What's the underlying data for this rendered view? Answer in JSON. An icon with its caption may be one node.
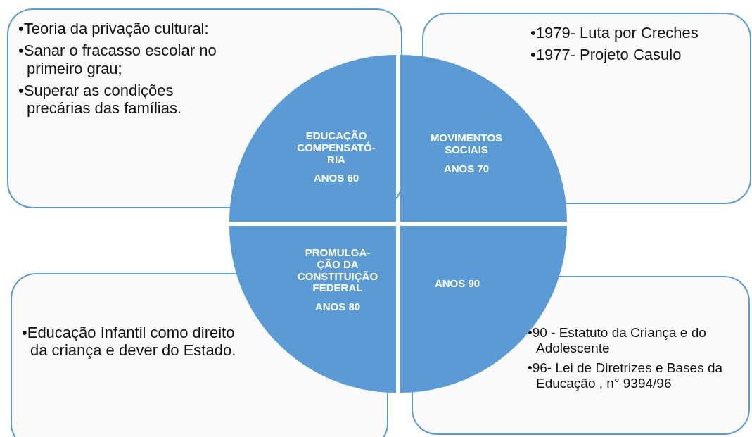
{
  "diagram": {
    "nodes": [
      {
        "text": [
          "•Teoria da privação cultural:",
          "•Sanar o fracasso escolar no primeiro grau;",
          "•Superar as condições precárias das famílias."
        ]
      },
      {
        "text": [
          "EDUCAÇÃO COMPENSATÓ- RIA",
          "ANOS 60"
        ]
      },
      {
        "text": [
          "MOVIMENTOS SOCIAIS",
          "ANOS 70"
        ]
      },
      {
        "text": [
          "•1979- Luta por Creches",
          "•1977- Projeto Casulo"
        ]
      },
      {
        "text": [
          "PROMULGA- ÇÃO DA CONSTITUIÇÃO FEDERAL",
          "ANOS 80"
        ]
      },
      {
        "text": [
          "ANOS 90"
        ]
      },
      {
        "text": [
          "•Educação Infantil como direito da criança e dever do Estado."
        ]
      },
      {
        "text": [
          "•90 - Estatuto da Criança e do Adolescente",
          "•96- Lei de Diretrizes e Bases da Educação , n° 9394/96"
        ]
      }
    ]
  }
}
